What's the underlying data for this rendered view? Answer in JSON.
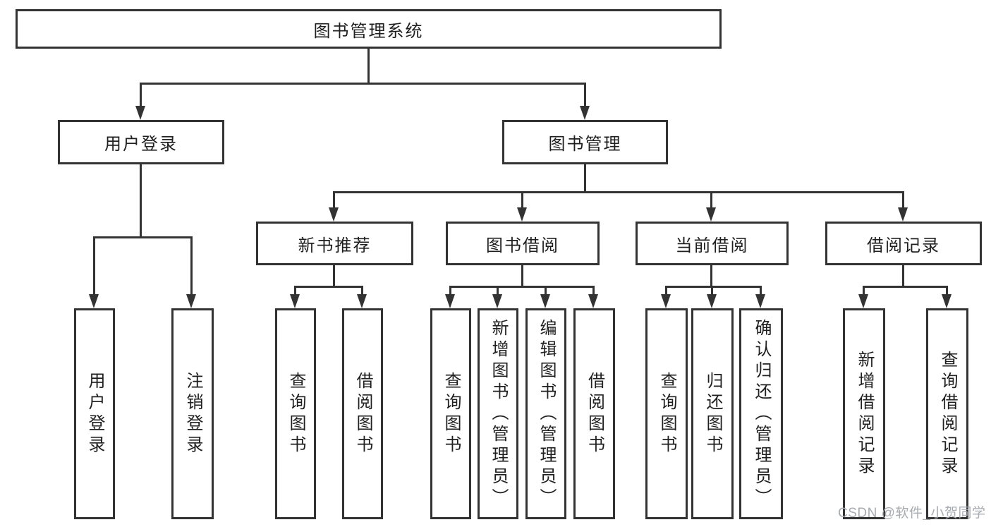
{
  "colors": {
    "background": "#ffffff",
    "line": "#333333",
    "text": "#1f1f1f",
    "watermark": "#a7acb2"
  },
  "diagram_type": "hierarchy-tree",
  "tree": {
    "label": "图书管理系统",
    "children": [
      {
        "label": "用户登录",
        "children": [
          {
            "label": "用户登录"
          },
          {
            "label": "注销登录"
          }
        ]
      },
      {
        "label": "图书管理",
        "children": [
          {
            "label": "新书推荐",
            "children": [
              {
                "label": "查询图书"
              },
              {
                "label": "借阅图书"
              }
            ]
          },
          {
            "label": "图书借阅",
            "children": [
              {
                "label": "查询图书"
              },
              {
                "label": "新增图书（管理员）"
              },
              {
                "label": "编辑图书（管理员）"
              },
              {
                "label": "借阅图书"
              }
            ]
          },
          {
            "label": "当前借阅",
            "children": [
              {
                "label": "查询图书"
              },
              {
                "label": "归还图书"
              },
              {
                "label": "确认归还（管理员）"
              }
            ]
          },
          {
            "label": "借阅记录",
            "children": [
              {
                "label": "新增借阅记录"
              },
              {
                "label": "查询借阅记录"
              }
            ]
          }
        ]
      }
    ]
  },
  "watermark": {
    "text": "CSDN @软件_小贺同学"
  }
}
